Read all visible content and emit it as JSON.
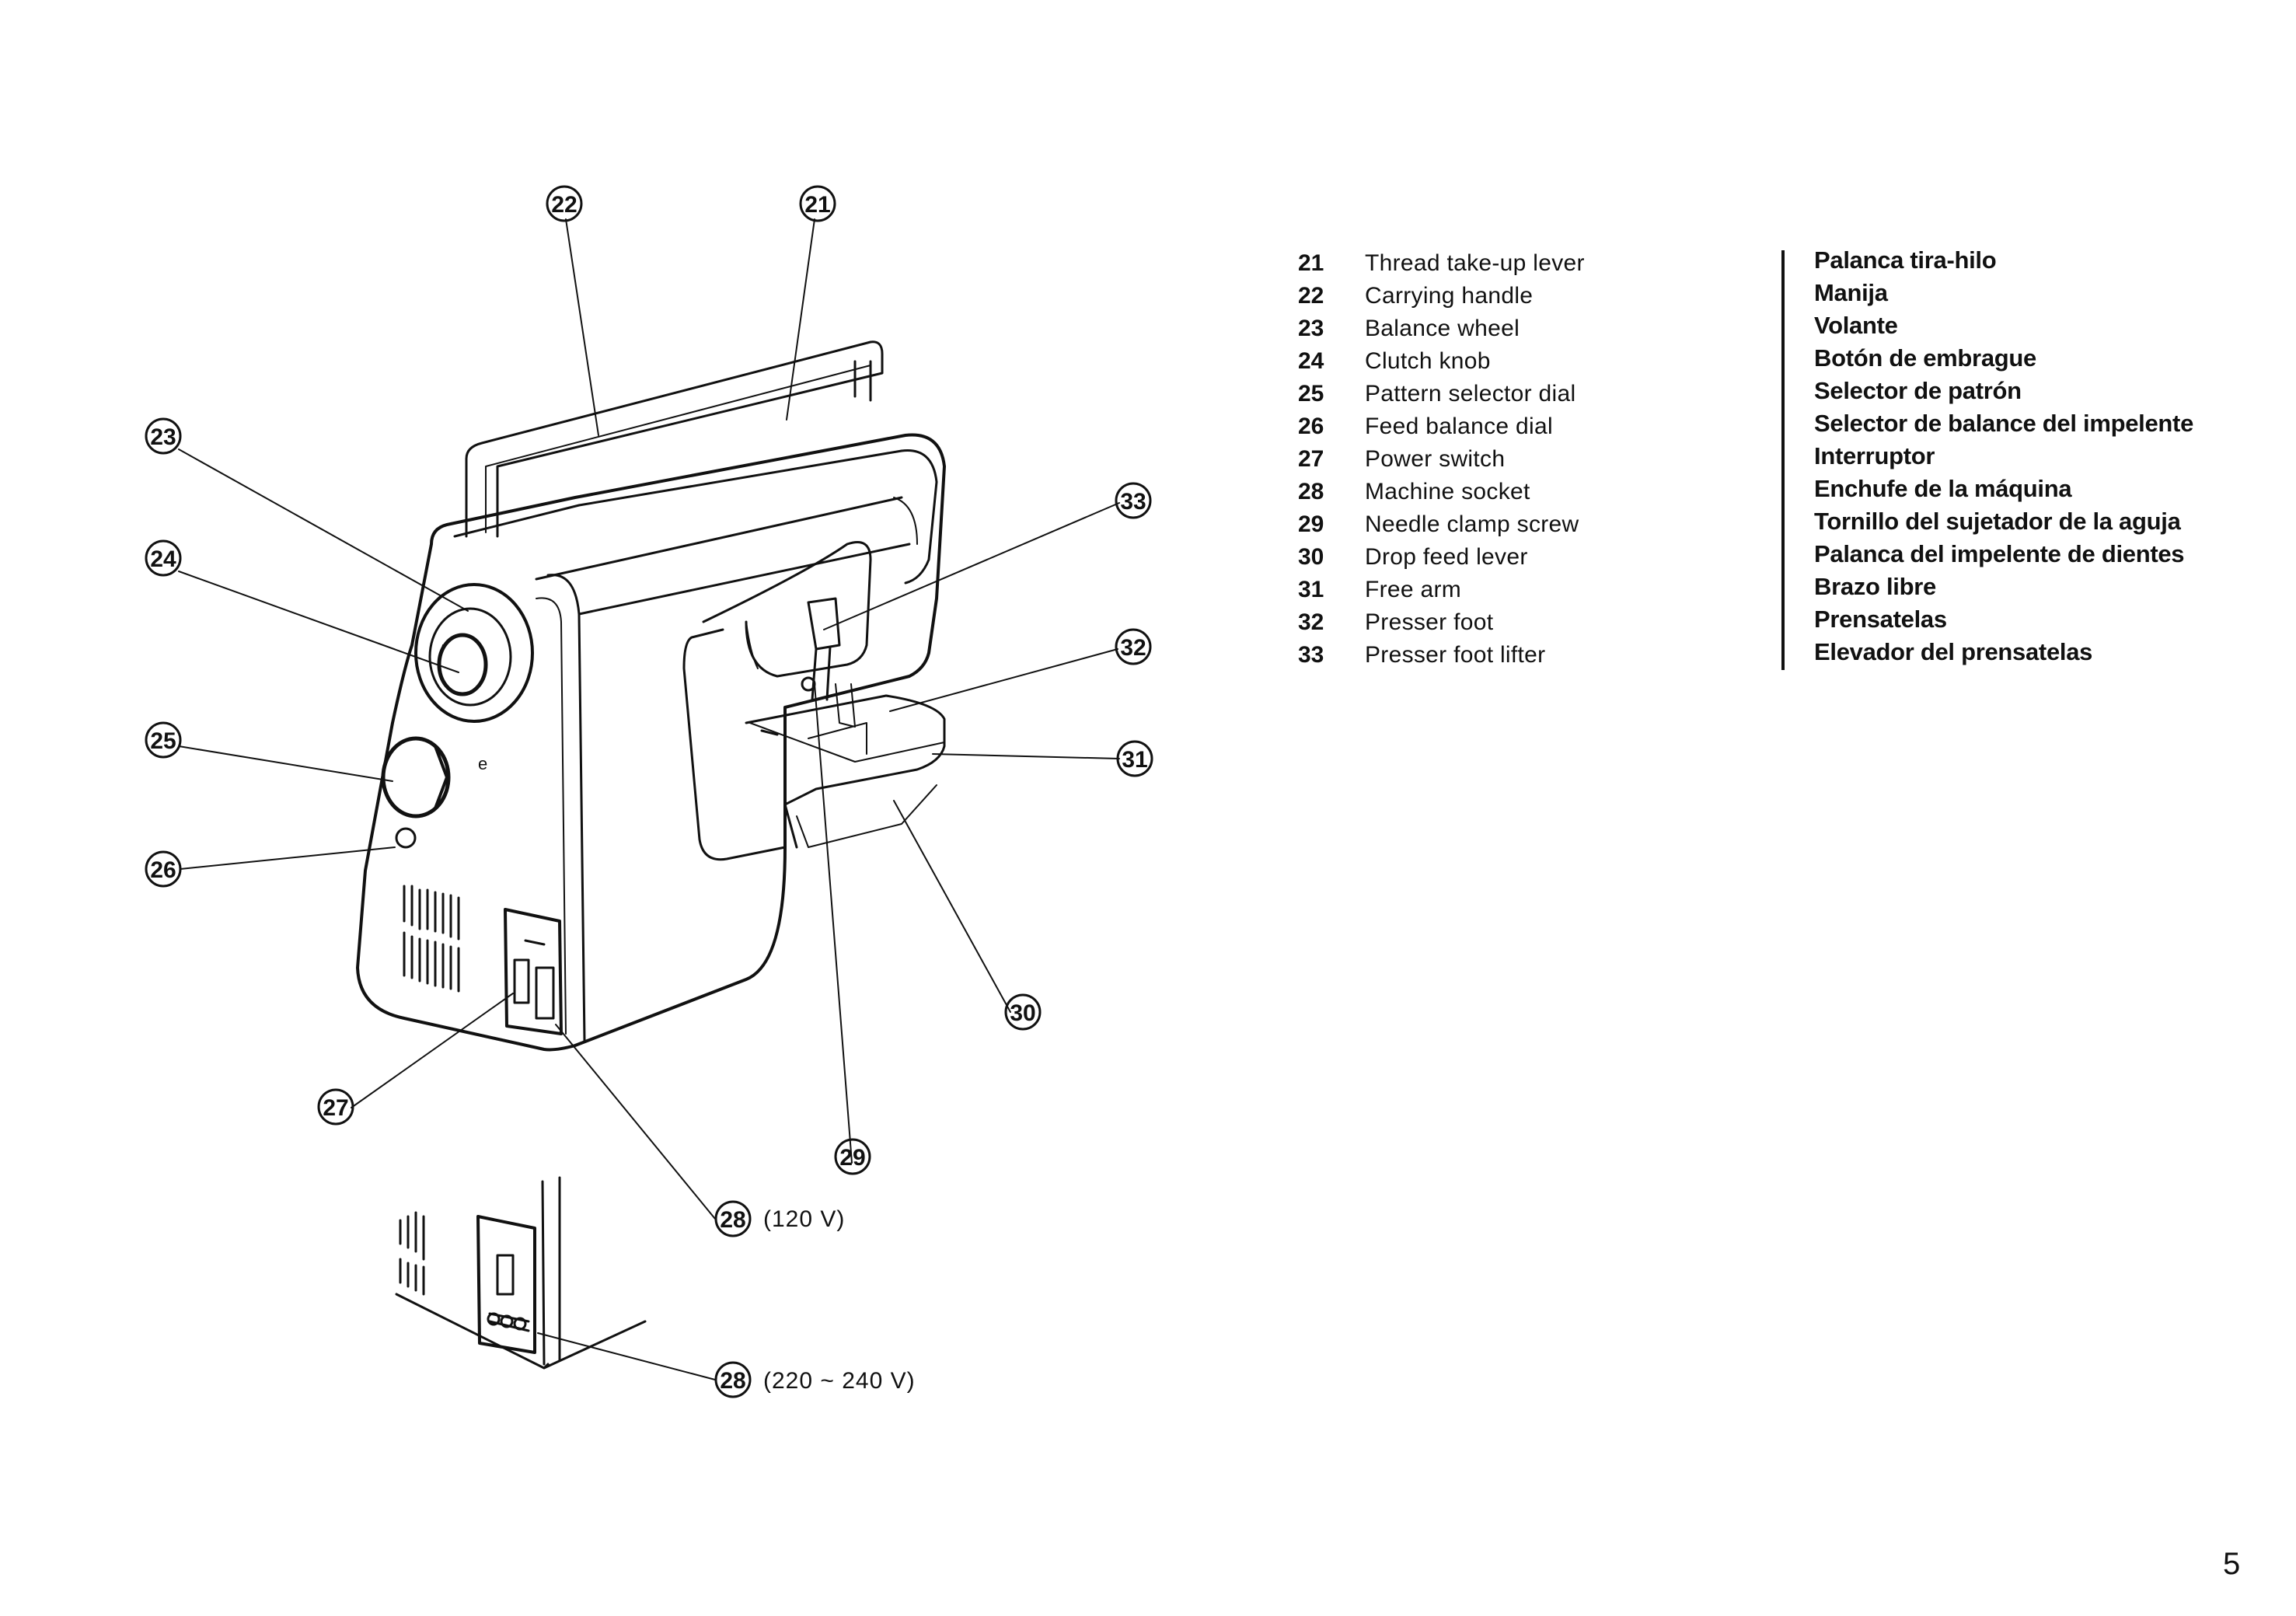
{
  "callouts": [
    {
      "num": "21"
    },
    {
      "num": "22"
    },
    {
      "num": "23"
    },
    {
      "num": "24"
    },
    {
      "num": "25"
    },
    {
      "num": "26"
    },
    {
      "num": "27"
    },
    {
      "num": "28"
    },
    {
      "num": "29"
    },
    {
      "num": "30"
    },
    {
      "num": "31"
    },
    {
      "num": "32"
    },
    {
      "num": "33"
    },
    {
      "num": "28"
    }
  ],
  "voltage_labels": {
    "v120": "(120 V)",
    "v220": "(220 ~ 240 V)"
  },
  "legend": [
    {
      "num": "21",
      "en": "Thread take-up lever",
      "es": "Palanca tira-hilo"
    },
    {
      "num": "22",
      "en": "Carrying handle",
      "es": "Manija"
    },
    {
      "num": "23",
      "en": "Balance wheel",
      "es": "Volante"
    },
    {
      "num": "24",
      "en": "Clutch knob",
      "es": "Botón de embrague"
    },
    {
      "num": "25",
      "en": "Pattern selector dial",
      "es": "Selector de patrón"
    },
    {
      "num": "26",
      "en": "Feed balance dial",
      "es": "Selector de balance del impelente"
    },
    {
      "num": "27",
      "en": "Power switch",
      "es": "Interruptor"
    },
    {
      "num": "28",
      "en": "Machine socket",
      "es": "Enchufe de la máquina"
    },
    {
      "num": "29",
      "en": "Needle clamp screw",
      "es": "Tornillo del sujetador de la aguja"
    },
    {
      "num": "30",
      "en": "Drop feed lever",
      "es": "Palanca del impelente de dientes"
    },
    {
      "num": "31",
      "en": "Free arm",
      "es": "Brazo libre"
    },
    {
      "num": "32",
      "en": "Presser foot",
      "es": "Prensatelas"
    },
    {
      "num": "33",
      "en": "Presser foot lifter",
      "es": "Elevador del prensatelas"
    }
  ],
  "page_number": "5"
}
